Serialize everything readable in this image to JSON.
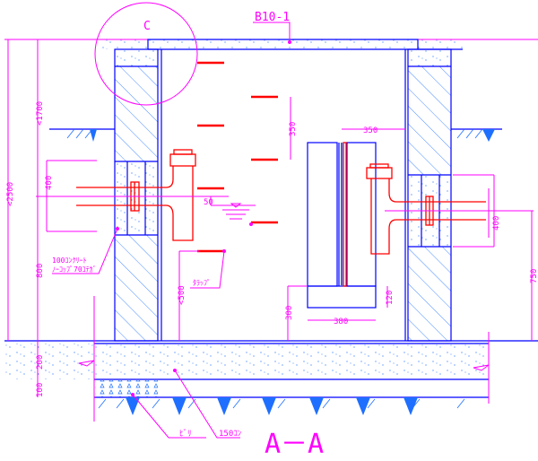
{
  "title": "A－A",
  "detail_marker": "C",
  "ref_label": "B10-1",
  "dimensions": {
    "total_height": "<2500",
    "upper_height": "<1700",
    "pipe_zone_left": "400",
    "offset_small": "50",
    "rung_spacing": "350",
    "lower_height": "800",
    "slab": "200",
    "gravel": "100",
    "ladder_bottom": "<500",
    "panel_offset": "350",
    "pipe_zone_right": "400",
    "right_pipe_height": "750",
    "base_height": "300",
    "base_width": "380",
    "base_thickness": "120"
  },
  "notes": {
    "wall_note_line1": "100ｺﾝｸﾘｰﾄ",
    "wall_note_line2": "ﾉｰｺｯﾌﾟ70ｺﾃｶﾞ",
    "ladder_note": "ﾀﾗｯﾌﾟ",
    "gravel_note": "ﾋﾞﾘ",
    "concrete_note": "150ｺﾝ"
  },
  "colors": {
    "structure": "#0000ff",
    "pipe": "#ff0000",
    "annotation": "#ff00ff"
  }
}
